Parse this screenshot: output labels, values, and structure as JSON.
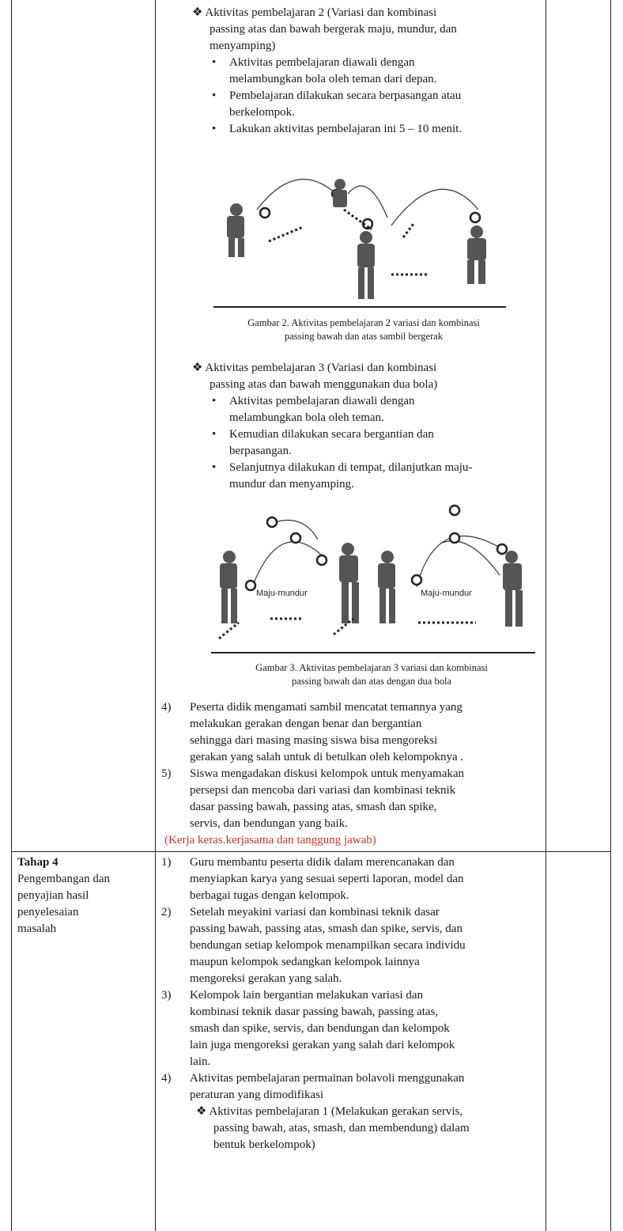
{
  "doc": {
    "act2": {
      "head1": "❖ Aktivitas pembelajaran 2 (Variasi dan kombinasi",
      "head2": "passing atas dan bawah bergerak maju, mundur, dan",
      "head3": "menyamping)",
      "b1a": "Aktivitas pembelajaran diawali dengan",
      "b1b": "melambungkan bola oleh teman dari depan.",
      "b2a": "Pembelajaran dilakukan secara berpasangan atau",
      "b2b": "berkelompok.",
      "b3a": "Lakukan aktivitas pembelajaran ini 5 – 10 menit."
    },
    "fig2": {
      "cap1": "Gambar 2. Aktivitas pembelajaran 2 variasi dan kombinasi",
      "cap2": "passing bawah dan atas sambil bergerak"
    },
    "act3": {
      "head1": "❖ Aktivitas pembelajaran 3 (Variasi dan kombinasi",
      "head2": "passing atas dan bawah menggunakan dua bola)",
      "b1a": "Aktivitas pembelajaran diawali dengan",
      "b1b": "melambungkan bola oleh teman.",
      "b2a": "Kemudian dilakukan secara bergantian dan",
      "b2b": "berpasangan.",
      "b3a": "Selanjutnya dilakukan di tempat, dilanjutkan maju-",
      "b3b": "mundur dan menyamping."
    },
    "fig3": {
      "label_left": "Maju-mundur",
      "label_right": "Maju-mundur",
      "cap1": "Gambar 3. Aktivitas pembelajaran 3 variasi dan kombinasi",
      "cap2": "passing bawah dan atas dengan dua bola"
    },
    "step4": {
      "num": "4)",
      "l1": "Peserta didik mengamati sambil mencatat temannya yang",
      "l2": "melakukan gerakan dengan benar dan bergantian",
      "l3": "sehingga dari masing masing siswa bisa mengoreksi",
      "l4": "gerakan yang salah untuk di betulkan oleh kelompoknya ."
    },
    "step5": {
      "num": "5)",
      "l1": "Siswa mengadakan diskusi kelompok untuk menyamakan",
      "l2": "persepsi dan mencoba dari variasi dan kombinasi teknik",
      "l3": "dasar passing bawah, passing atas, smash dan spike,",
      "l4": "servis, dan bendungan yang baik."
    },
    "values_note": "(Kerja keras.kerjasama dan tanggung jawab)",
    "tahap4": {
      "title": "Tahap 4",
      "d1": "Pengembangan dan",
      "d2": "penyajian hasil",
      "d3": "penyelesaian",
      "d4": "masalah"
    },
    "t4s1": {
      "num": "1)",
      "l1": "Guru membantu peserta didik dalam merencanakan dan",
      "l2": "menyiapkan karya yang sesuai seperti laporan, model dan",
      "l3": "berbagai tugas dengan kelompok."
    },
    "t4s2": {
      "num": "2)",
      "l1": "Setelah meyakini variasi dan kombinasi teknik dasar",
      "l2": "passing bawah, passing atas, smash dan spike, servis, dan",
      "l3": "bendungan setiap kelompok menampilkan secara individu",
      "l4": "maupun kelompok sedangkan kelompok lainnya",
      "l5": "mengoreksi gerakan yang salah."
    },
    "t4s3": {
      "num": "3)",
      "l1": "Kelompok lain bergantian melakukan variasi dan",
      "l2": "kombinasi teknik dasar passing bawah, passing atas,",
      "l3": "smash dan spike, servis, dan bendungan dan kelompok",
      "l4": "lain juga mengoreksi gerakan yang salah dari kelompok",
      "l5": "lain."
    },
    "t4s4": {
      "num": "4)",
      "l1": "Aktivitas pembelajaran permainan bolavoli menggunakan",
      "l2": "peraturan yang dimodifikasi",
      "s1": "❖ Aktivitas pembelajaran 1 (Melakukan gerakan servis,",
      "s2": "passing bawah, atas, smash, dan membendung) dalam",
      "s3": "bentuk berkelompok)"
    }
  },
  "colors": {
    "accent_red": "#c0392b",
    "rule": "#222222"
  },
  "icons": {
    "bullet": "bullet-dot"
  }
}
